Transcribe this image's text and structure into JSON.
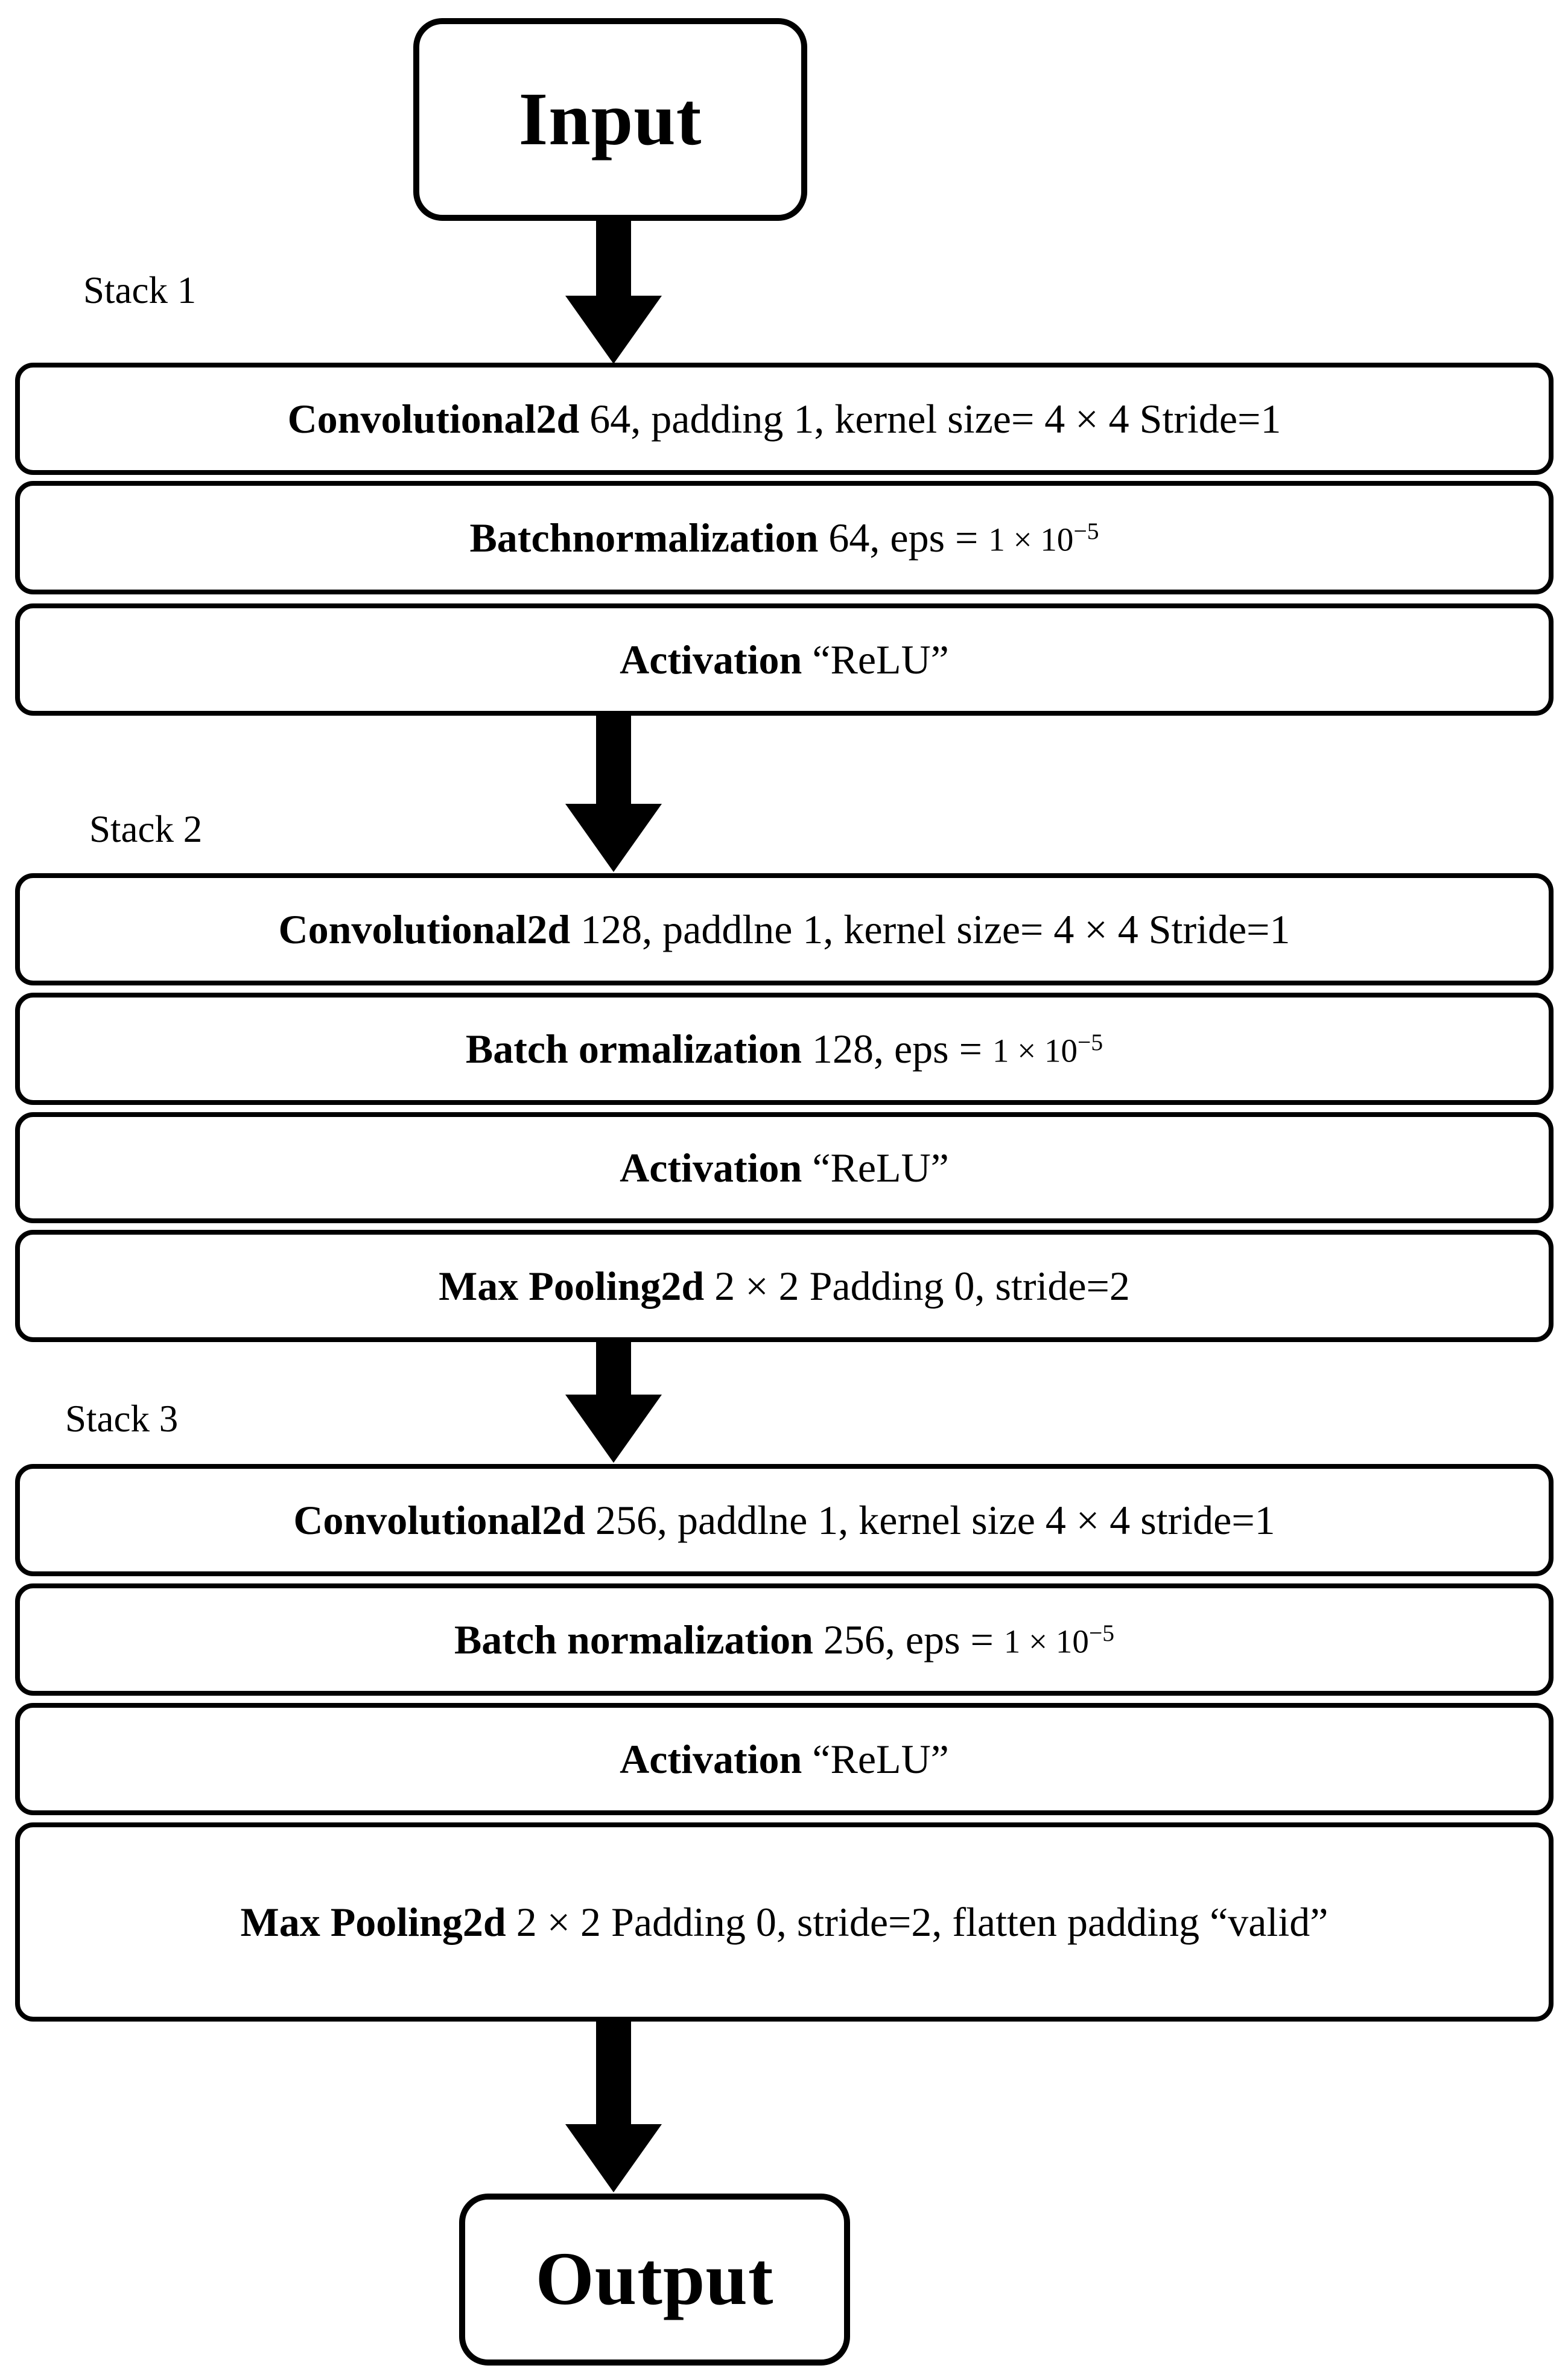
{
  "diagram": {
    "background": "#ffffff",
    "ink": "#000000",
    "input_label": "Input",
    "output_label": "Output",
    "stacks": [
      {
        "label": "Stack 1",
        "rows": [
          {
            "bold": "Convolutional2d",
            "text": " 64, padding 1, kernel size= 4 × 4 Stride=1",
            "math_base": "",
            "math_exp": ""
          },
          {
            "bold": "Batchnormalization",
            "text": " 64, eps = ",
            "math_base": "1 × 10",
            "math_exp": "−5"
          },
          {
            "bold": "Activation",
            "text": " “ReLU”",
            "math_base": "",
            "math_exp": ""
          }
        ]
      },
      {
        "label": "Stack 2",
        "rows": [
          {
            "bold": "Convolutional2d",
            "text": " 128, paddlne 1, kernel size= 4 × 4 Stride=1",
            "math_base": "",
            "math_exp": ""
          },
          {
            "bold": "Batch ormalization",
            "text": " 128, eps = ",
            "math_base": "1 × 10",
            "math_exp": "−5"
          },
          {
            "bold": "Activation",
            "text": " “ReLU”",
            "math_base": "",
            "math_exp": ""
          },
          {
            "bold": "Max Pooling2d",
            "text": " 2 × 2 Padding 0, stride=2",
            "math_base": "",
            "math_exp": ""
          }
        ]
      },
      {
        "label": "Stack 3",
        "rows": [
          {
            "bold": "Convolutional2d",
            "text": " 256, paddlne 1, kernel size 4 × 4 stride=1",
            "math_base": "",
            "math_exp": ""
          },
          {
            "bold": "Batch normalization",
            "text": " 256, eps = ",
            "math_base": "1 × 10",
            "math_exp": "−5"
          },
          {
            "bold": "Activation",
            "text": " “ReLU”",
            "math_base": "",
            "math_exp": ""
          },
          {
            "bold": "Max Pooling2d",
            "text": " 2 × 2 Padding 0, stride=2, flatten padding “valid”",
            "math_base": "",
            "math_exp": ""
          }
        ]
      }
    ]
  }
}
